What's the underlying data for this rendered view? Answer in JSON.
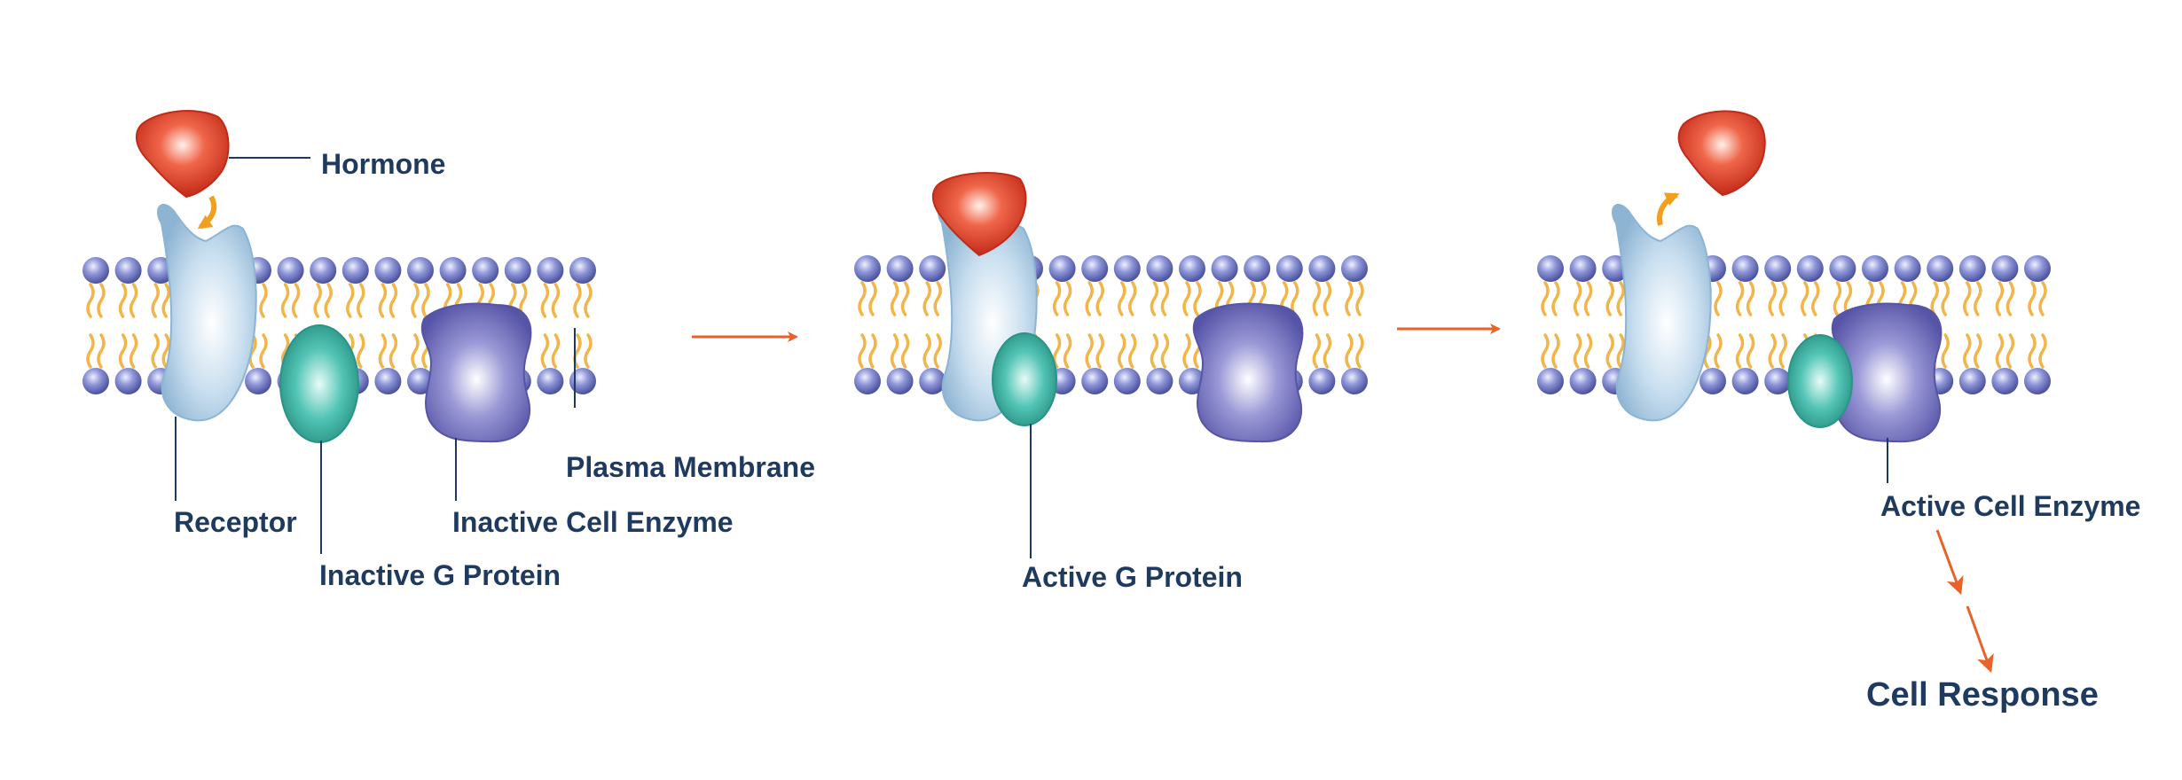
{
  "labels": {
    "hormone": "Hormone",
    "receptor": "Receptor",
    "inactive_g_protein": "Inactive G Protein",
    "inactive_cell_enzyme": "Inactive Cell Enzyme",
    "plasma_membrane": "Plasma Membrane",
    "active_g_protein": "Active G Protein",
    "active_cell_enzyme": "Active Cell Enzyme",
    "cell_response": "Cell Response"
  },
  "colors": {
    "label_text": "#1f3a5f",
    "phospholipid_head": "#6f79c4",
    "lipid_tail": "#f2b54a",
    "receptor": "#a9cbe2",
    "g_protein": "#3fb6a8",
    "enzyme": "#6f6cb8",
    "hormone": "#e0412b",
    "flow_arrow": "#e8622a",
    "binding_arrow": "#f0a020"
  },
  "stages": [
    {
      "name": "inactive",
      "hormone_bound": false
    },
    {
      "name": "hormone-bound",
      "hormone_bound": true
    },
    {
      "name": "active",
      "hormone_bound": false
    }
  ]
}
